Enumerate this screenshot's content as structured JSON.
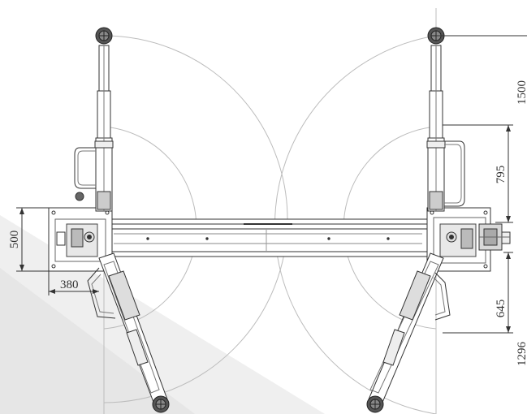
{
  "drawing": {
    "dimensions": {
      "d500": "500",
      "d380": "380",
      "d1500": "1500",
      "d795": "795",
      "d645": "645",
      "d1296": "1296"
    }
  },
  "colors": {
    "line": "#333333",
    "arc": "#b8b8b8",
    "shadow": "#eeeeee",
    "detail": "#555555"
  }
}
